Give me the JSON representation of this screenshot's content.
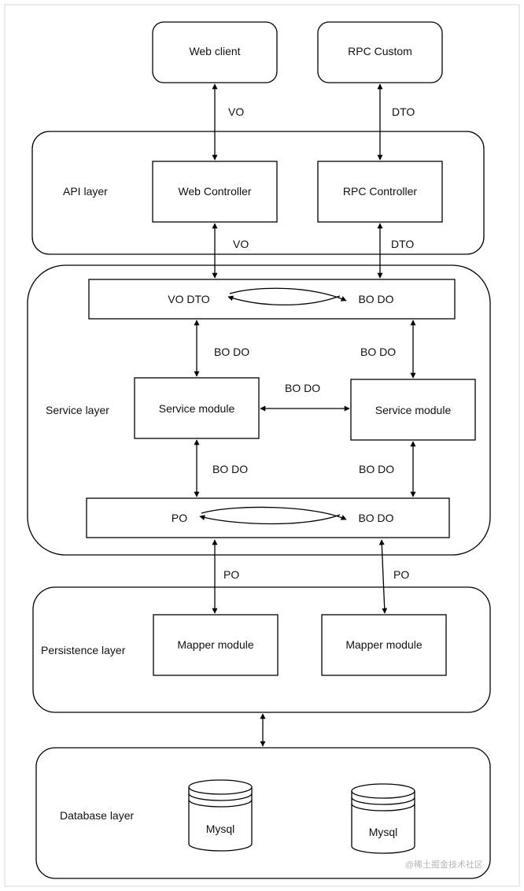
{
  "nodes": {
    "web_client": "Web client",
    "rpc_custom": "RPC Custom",
    "web_controller": "Web Controller",
    "rpc_controller": "RPC Controller",
    "converter_top_left": "VO DTO",
    "converter_top_right": "BO DO",
    "service_module_left": "Service module",
    "service_module_right": "Service module",
    "converter_bottom_left": "PO",
    "converter_bottom_right": "BO DO",
    "mapper_module_left": "Mapper module",
    "mapper_module_right": "Mapper module",
    "mysql_left": "Mysql",
    "mysql_right": "Mysql"
  },
  "layers": {
    "api": "API layer",
    "service": "Service layer",
    "persistence": "Persistence layer",
    "database": "Database layer"
  },
  "edges": {
    "web_client_to_controller": "VO",
    "rpc_custom_to_controller": "DTO",
    "web_controller_to_service": "VO",
    "rpc_controller_to_service": "DTO",
    "converter_to_service_left": "BO DO",
    "converter_to_service_right": "BO DO",
    "service_to_service": "BO DO",
    "service_left_to_converter": "BO DO",
    "service_right_to_converter": "BO DO",
    "converter_to_mapper_left": "PO",
    "converter_to_mapper_right": "PO"
  },
  "watermark": "@稀土掘金技术社区"
}
